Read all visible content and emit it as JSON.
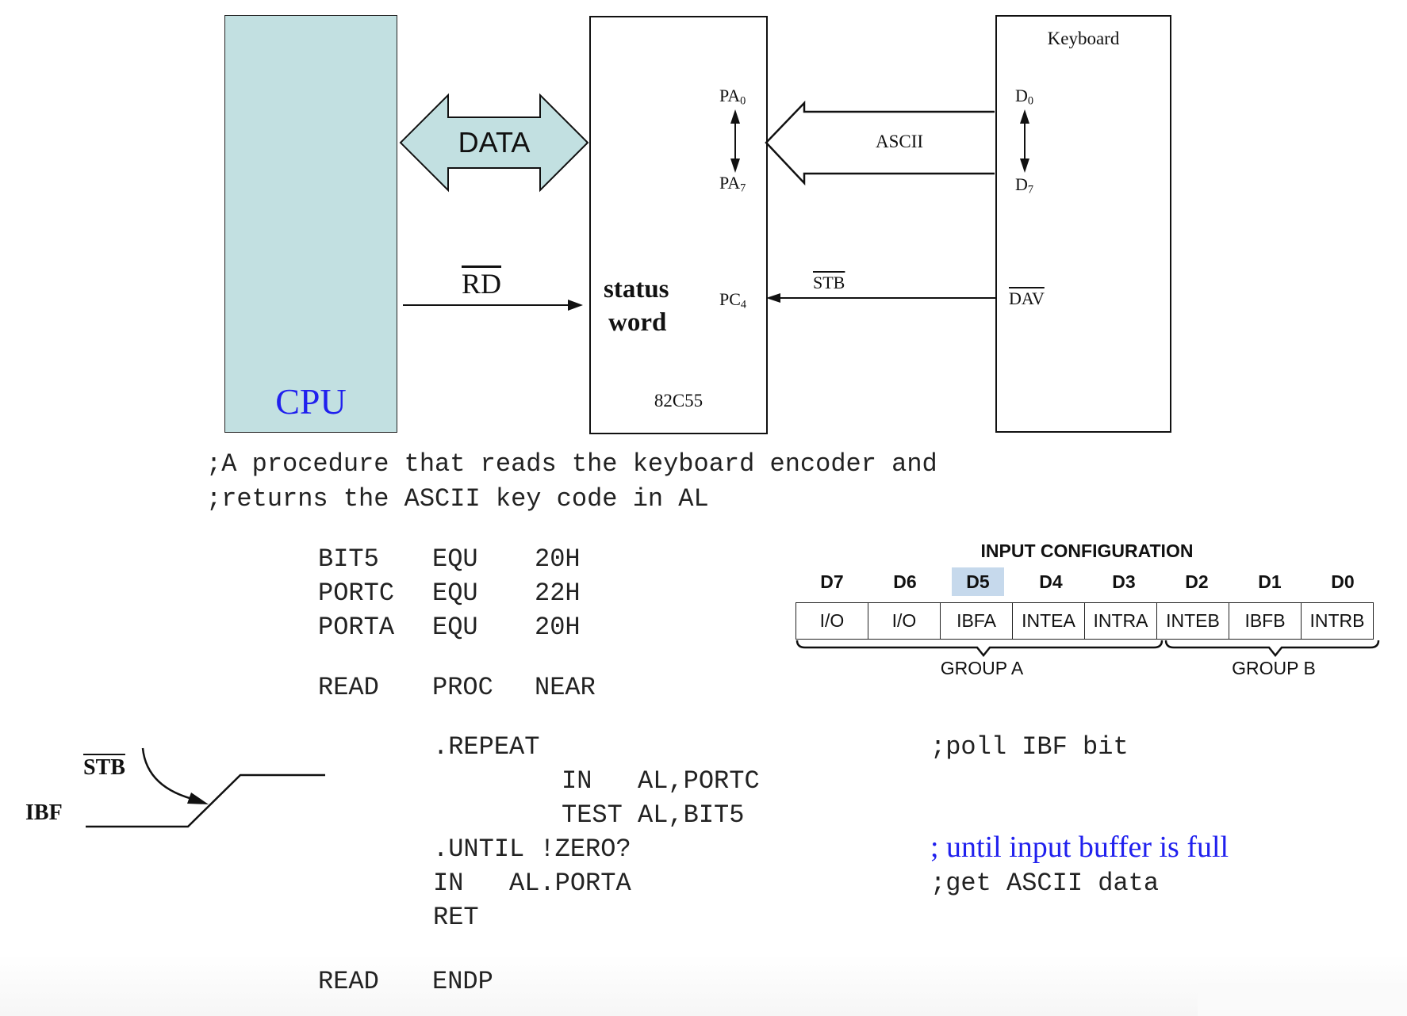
{
  "diagram": {
    "cpu_label": "CPU",
    "data_bus_label": "DATA",
    "rd_signal": "RD",
    "ppi": {
      "chip_label": "82C55",
      "status_word_line1": "status",
      "status_word_line2": "word",
      "pa_top": "PA",
      "pa_top_sub": "0",
      "pa_bottom": "PA",
      "pa_bottom_sub": "7",
      "pc_pin": "PC",
      "pc_pin_sub": "4"
    },
    "keyboard": {
      "label": "Keyboard",
      "d_top": "D",
      "d_top_sub": "0",
      "d_bottom": "D",
      "d_bottom_sub": "7",
      "dav_signal": "DAV"
    },
    "ascii_bus_label": "ASCII",
    "stb_signal": "STB"
  },
  "code": {
    "header_comments": [
      ";A procedure that reads the keyboard encoder and",
      ";returns the ASCII key code in AL"
    ],
    "equates": [
      {
        "name": "BIT5",
        "op": "EQU",
        "value": "20H"
      },
      {
        "name": "PORTC",
        "op": "EQU",
        "value": "22H"
      },
      {
        "name": "PORTA",
        "op": "EQU",
        "value": "20H"
      }
    ],
    "proc_start": {
      "name": "READ",
      "op": "PROC",
      "arg": "NEAR"
    },
    "body": [
      {
        "text": ".REPEAT",
        "indent": 1,
        "comment": ";poll IBF bit"
      },
      {
        "text": "IN   AL,PORTC",
        "indent": 2,
        "comment": ""
      },
      {
        "text": "TEST AL,BIT5",
        "indent": 2,
        "comment": ""
      },
      {
        "text": ".UNTIL !ZERO?",
        "indent": 1,
        "comment": "; until input buffer is full"
      },
      {
        "text": "IN   AL.PORTA",
        "indent": 1,
        "comment": ";get ASCII data"
      },
      {
        "text": "RET",
        "indent": 1,
        "comment": ""
      }
    ],
    "proc_end": {
      "name": "READ",
      "op": "ENDP"
    }
  },
  "input_configuration": {
    "title": "INPUT CONFIGURATION",
    "bits": [
      "D7",
      "D6",
      "D5",
      "D4",
      "D3",
      "D2",
      "D1",
      "D0"
    ],
    "highlighted_bit": "D5",
    "highlight_color": "#c6d9ec",
    "cells": [
      "I/O",
      "I/O",
      "IBFA",
      "INTEA",
      "INTRA",
      "INTEB",
      "IBFB",
      "INTRB"
    ],
    "group_a": "GROUP A",
    "group_b": "GROUP B"
  },
  "timing": {
    "stb_label": "STB",
    "ibf_label": "IBF"
  },
  "colors": {
    "cpu_fill": "#c2e0e1",
    "comment_blue": "#2020ee"
  }
}
